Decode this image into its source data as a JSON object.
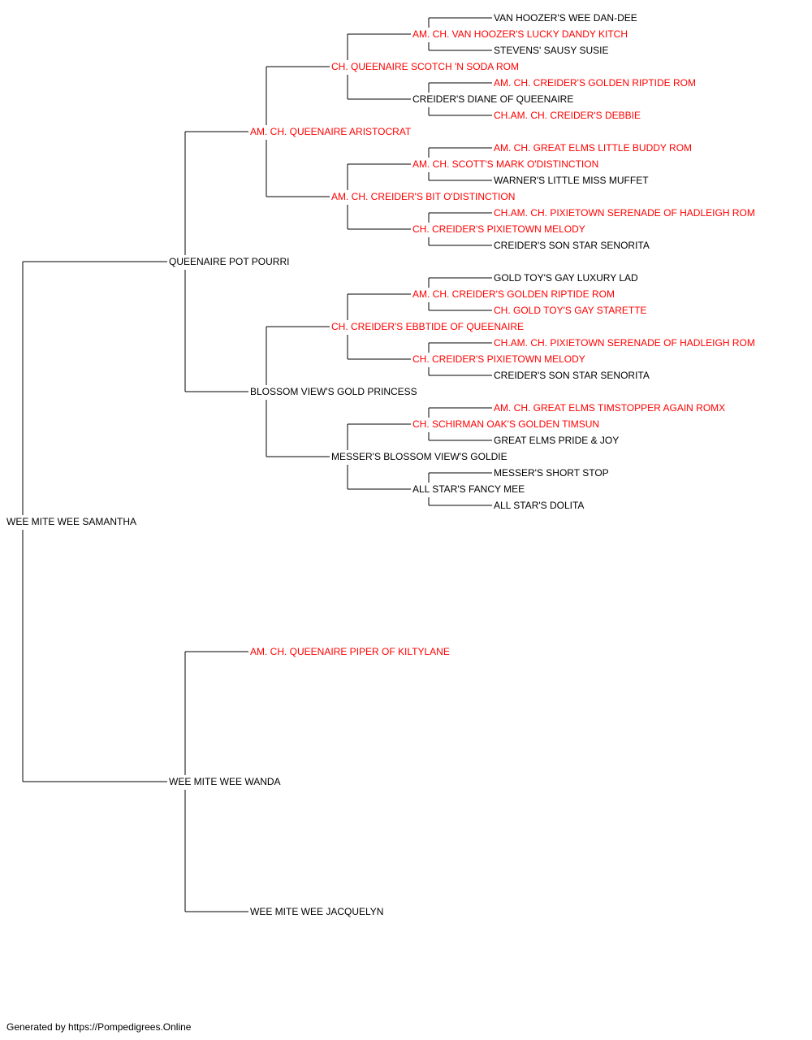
{
  "colors": {
    "champion": "#ff0000",
    "regular": "#000000",
    "line": "#000000"
  },
  "pedigree": {
    "name": "WEE MITE WEE SAMANTHA",
    "champion": false,
    "sire": {
      "name": "QUEENAIRE POT POURRI",
      "champion": false,
      "sire": {
        "name": "AM. CH. QUEENAIRE ARISTOCRAT",
        "champion": true,
        "sire": {
          "name": "CH. QUEENAIRE SCOTCH 'N SODA ROM",
          "champion": true,
          "sire": {
            "name": "AM. CH. VAN HOOZER'S LUCKY DANDY KITCH",
            "champion": true,
            "sire": {
              "name": "VAN HOOZER'S WEE DAN-DEE",
              "champion": false
            },
            "dam": {
              "name": "STEVENS' SAUSY SUSIE",
              "champion": false
            }
          },
          "dam": {
            "name": "CREIDER'S DIANE OF QUEENAIRE",
            "champion": false,
            "sire": {
              "name": "AM. CH. CREIDER'S GOLDEN RIPTIDE ROM",
              "champion": true
            },
            "dam": {
              "name": "CH.AM. CH. CREIDER'S DEBBIE",
              "champion": true
            }
          }
        },
        "dam": {
          "name": "AM. CH. CREIDER'S BIT O'DISTINCTION",
          "champion": true,
          "sire": {
            "name": "AM. CH. SCOTT'S MARK O'DISTINCTION",
            "champion": true,
            "sire": {
              "name": "AM. CH. GREAT ELMS LITTLE BUDDY ROM",
              "champion": true
            },
            "dam": {
              "name": "WARNER'S LITTLE MISS MUFFET",
              "champion": false
            }
          },
          "dam": {
            "name": "CH. CREIDER'S PIXIETOWN MELODY",
            "champion": true,
            "sire": {
              "name": "CH.AM. CH. PIXIETOWN SERENADE OF HADLEIGH ROM",
              "champion": true
            },
            "dam": {
              "name": "CREIDER'S SON STAR SENORITA",
              "champion": false
            }
          }
        }
      },
      "dam": {
        "name": "BLOSSOM VIEW'S GOLD PRINCESS",
        "champion": false,
        "sire": {
          "name": "CH. CREIDER'S EBBTIDE OF QUEENAIRE",
          "champion": true,
          "sire": {
            "name": "AM. CH. CREIDER'S GOLDEN RIPTIDE ROM",
            "champion": true,
            "sire": {
              "name": "GOLD TOY'S GAY LUXURY LAD",
              "champion": false
            },
            "dam": {
              "name": "CH. GOLD TOY'S GAY STARETTE",
              "champion": true
            }
          },
          "dam": {
            "name": "CH. CREIDER'S PIXIETOWN MELODY",
            "champion": true,
            "sire": {
              "name": "CH.AM. CH. PIXIETOWN SERENADE OF HADLEIGH ROM",
              "champion": true
            },
            "dam": {
              "name": "CREIDER'S SON STAR SENORITA",
              "champion": false
            }
          }
        },
        "dam": {
          "name": "MESSER'S BLOSSOM VIEW'S GOLDIE",
          "champion": false,
          "sire": {
            "name": "CH. SCHIRMAN OAK'S GOLDEN TIMSUN",
            "champion": true,
            "sire": {
              "name": "AM. CH. GREAT ELMS TIMSTOPPER AGAIN ROMX",
              "champion": true
            },
            "dam": {
              "name": "GREAT ELMS PRIDE & JOY",
              "champion": false
            }
          },
          "dam": {
            "name": "ALL STAR'S FANCY MEE",
            "champion": false,
            "sire": {
              "name": "MESSER'S SHORT STOP",
              "champion": false
            },
            "dam": {
              "name": "ALL STAR'S DOLITA",
              "champion": false
            }
          }
        }
      }
    },
    "dam": {
      "name": "WEE MITE WEE WANDA",
      "champion": false,
      "sire": {
        "name": "AM. CH. QUEENAIRE PIPER OF KILTYLANE",
        "champion": true
      },
      "dam": {
        "name": "WEE MITE WEE JACQUELYN",
        "champion": false
      }
    }
  },
  "footer": {
    "text": "Generated by https://Pompedigrees.Online"
  }
}
